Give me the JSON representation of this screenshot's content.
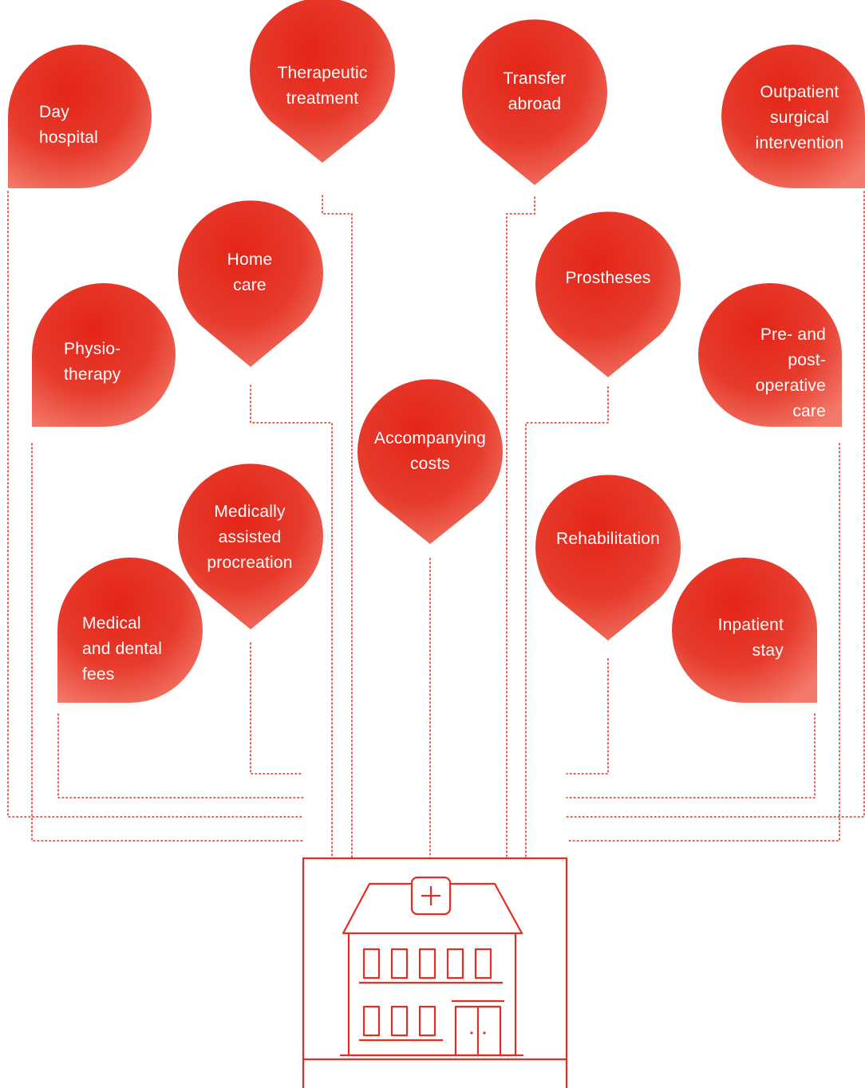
{
  "colors": {
    "primary": "#e42e21",
    "pin_light": "#f06e5e",
    "background": "#ffffff"
  },
  "diagram": {
    "center_icon": "hospital-building-icon",
    "pins": {
      "day_hospital": "Day\nhospital",
      "therapeutic_treatment": "Therapeutic\ntreatment",
      "transfer_abroad": "Transfer\nabroad",
      "outpatient_surgical_intervention": "Outpatient\nsurgical\nintervention",
      "home_care": "Home\ncare",
      "prostheses": "Prostheses",
      "physiotherapy": "Physio-\ntherapy",
      "pre_post_operative_care": "Pre- and\npost-operative\ncare",
      "accompanying_costs": "Accompanying\ncosts",
      "medically_assisted_procreation": "Medically\nassisted\nprocreation",
      "rehabilitation": "Rehabilitation",
      "medical_dental_fees": "Medical\nand dental\nfees",
      "inpatient_stay": "Inpatient\nstay"
    }
  }
}
